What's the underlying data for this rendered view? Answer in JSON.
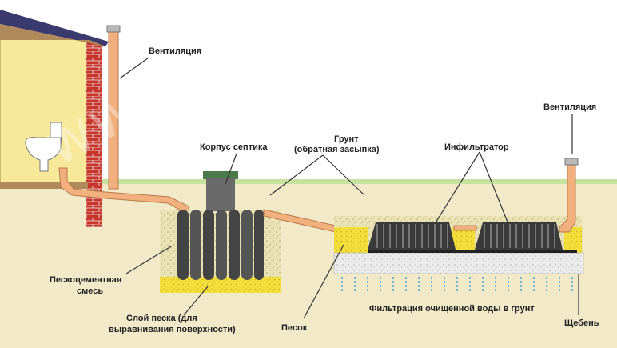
{
  "labels": {
    "ventilation_left": "Вентиляция",
    "ventilation_right": "Вентиляция",
    "septic_body": "Корпус септика",
    "soil_line1": "Грунт",
    "soil_line2": "(обратная засыпка)",
    "infiltrator": "Инфильтратор",
    "sand_cement_line1": "Пескоцементная",
    "sand_cement_line2": "смесь",
    "sand_layer_line1": "Слой песка (для",
    "sand_layer_line2": "выравнивания поверхности)",
    "sand": "Песок",
    "filtration": "Фильтрация очищенной воды в грунт",
    "gravel": "Щебень"
  },
  "watermark": "www.best-pipe.ru",
  "colors": {
    "sky": "#ffffff",
    "ground": "#f0e6c4",
    "grass": "#c7e2a0",
    "house_wall": "#f7e89a",
    "brick": "#c8352a",
    "roof": "#3a3a6e",
    "pipe": "#f2b07e",
    "septic": "#555555",
    "sand_fill": "#f3de3a",
    "backfill": "#e8e2b8",
    "gravel": "#e6e6e6",
    "water_arrows": "#3aa0e0"
  },
  "icons": [
    "toilet-icon",
    "water-arrow-icon"
  ]
}
